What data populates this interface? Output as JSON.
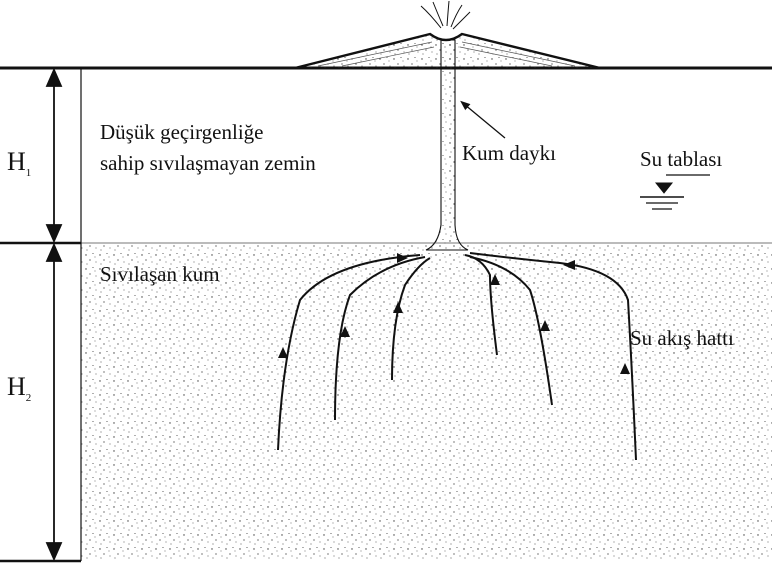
{
  "labels": {
    "h1_main": "H",
    "h1_sub": "1",
    "h2_main": "H",
    "h2_sub": "2",
    "clay_line1": "Düşük geçirgenliğe",
    "clay_line2": "sahip sıvılaşmayan zemin",
    "dike": "Kum daykı",
    "water_table": "Su tablası",
    "liquefied_sand": "Sıvılaşan kum",
    "flow_line": "Su akış hattı"
  },
  "colors": {
    "ink": "#111111",
    "stipple": "#3a3a3a",
    "background": "#ffffff"
  }
}
